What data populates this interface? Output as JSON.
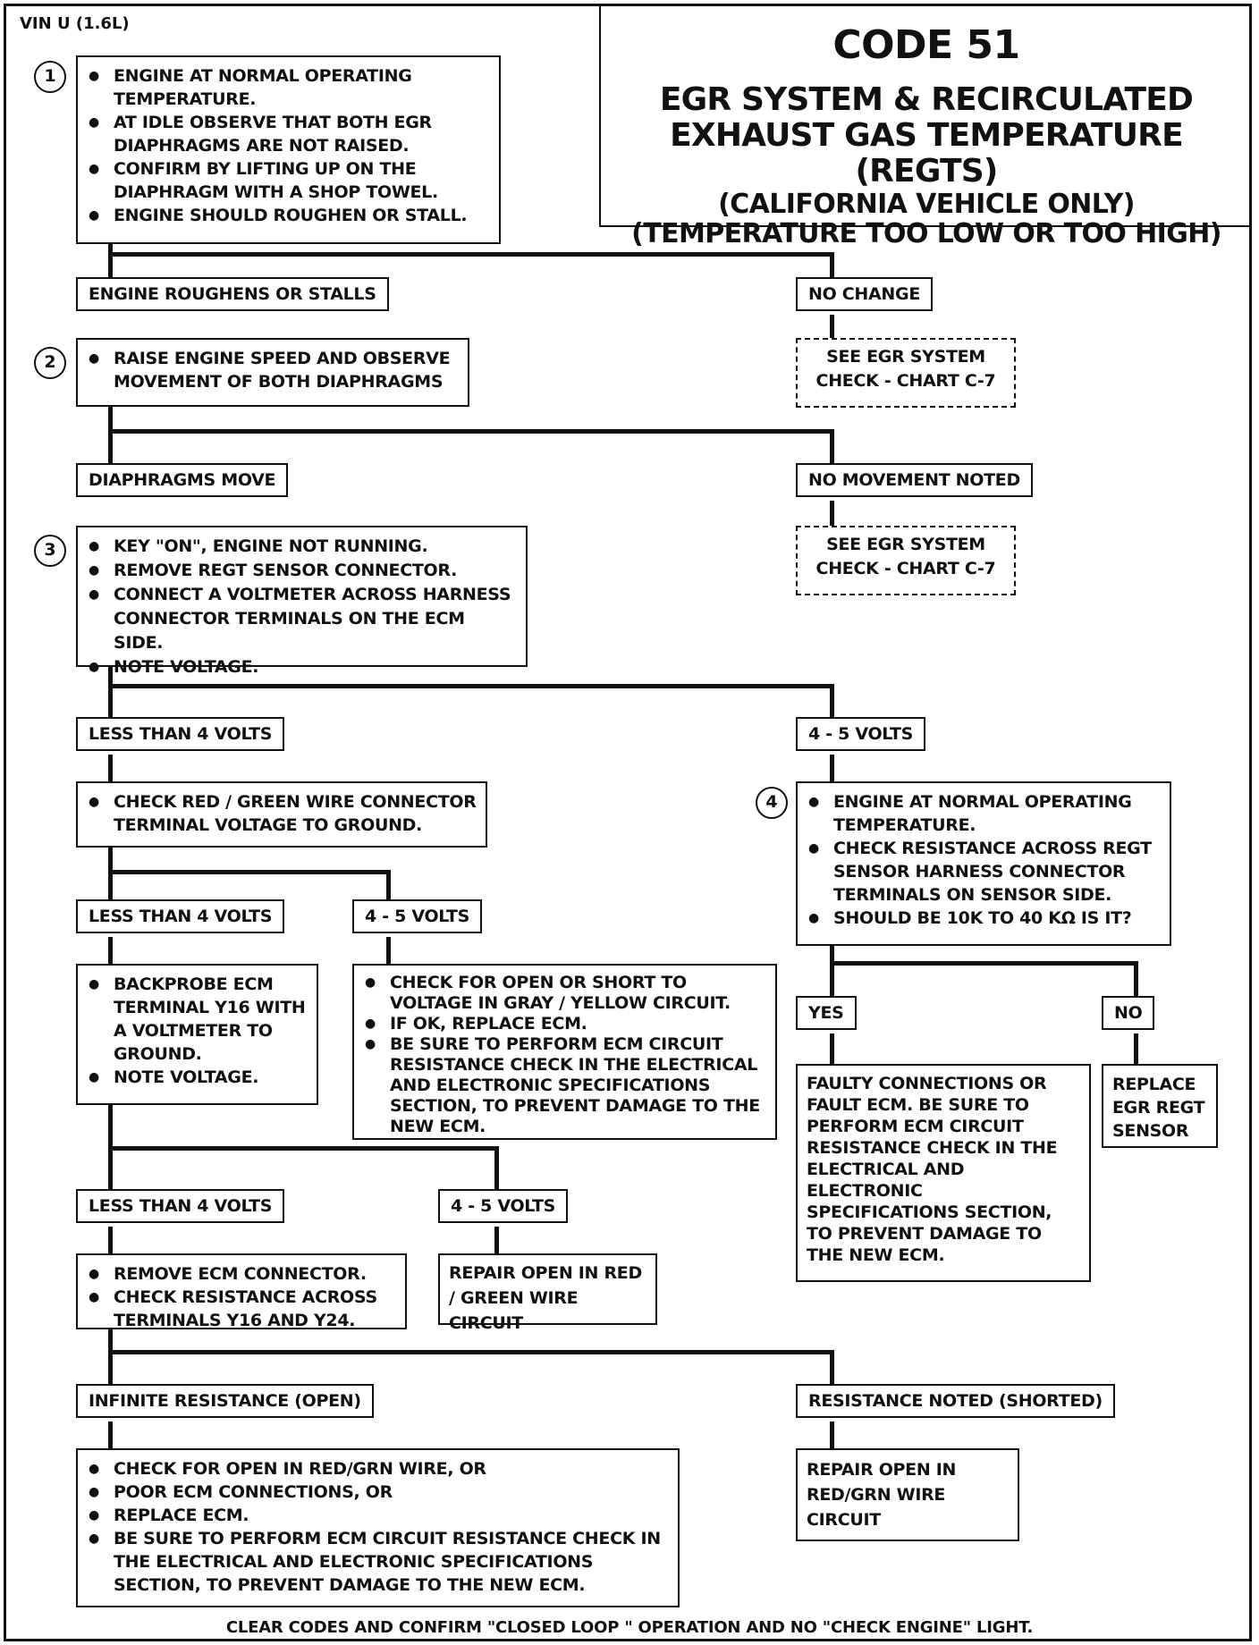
{
  "vin": "VIN U (1.6L)",
  "title": {
    "code": "CODE 51",
    "line1": "EGR SYSTEM &  RECIRCULATED",
    "line2": "EXHAUST GAS TEMPERATURE (REGTS)",
    "line3": "(CALIFORNIA VEHICLE ONLY)",
    "line4": "(TEMPERATURE TOO LOW OR TOO HIGH)"
  },
  "steps": [
    "1",
    "2",
    "3",
    "4"
  ],
  "step1": [
    "ENGINE AT NORMAL OPERATING TEMPERATURE.",
    "AT IDLE OBSERVE THAT BOTH EGR DIAPHRAGMS ARE NOT RAISED.",
    "CONFIRM BY LIFTING UP ON THE DIAPHRAGM WITH A SHOP TOWEL.",
    "ENGINE SHOULD ROUGHEN OR STALL."
  ],
  "engine_roughens": "ENGINE ROUGHENS OR STALLS",
  "no_change": "NO CHANGE",
  "see_egr_1": [
    "SEE EGR SYSTEM",
    "CHECK  -  CHART C-7"
  ],
  "step2": [
    "RAISE ENGINE SPEED AND OBSERVE MOVEMENT OF BOTH DIAPHRAGMS"
  ],
  "diaphragms_move": "DIAPHRAGMS MOVE",
  "no_movement": "NO MOVEMENT NOTED",
  "see_egr_2": [
    "SEE EGR SYSTEM",
    "CHECK  -  CHART C-7"
  ],
  "step3": [
    "KEY \"ON\", ENGINE NOT RUNNING.",
    "REMOVE REGT SENSOR CONNECTOR.",
    "CONNECT A VOLTMETER ACROSS HARNESS CONNECTOR TERMINALS ON THE ECM SIDE.",
    "NOTE VOLTAGE."
  ],
  "less4_a": "LESS THAN 4 VOLTS",
  "v45_a": "4 - 5 VOLTS",
  "check_red_green": [
    "CHECK RED / GREEN WIRE CONNECTOR TERMINAL VOLTAGE TO GROUND."
  ],
  "step4": [
    "ENGINE AT NORMAL OPERATING TEMPERATURE.",
    "CHECK RESISTANCE ACROSS REGT SENSOR HARNESS CONNECTOR TERMINALS ON SENSOR SIDE.",
    "SHOULD BE 10K TO 40 KΩ  IS IT?"
  ],
  "less4_b": "LESS THAN 4 VOLTS",
  "v45_b": "4 - 5 VOLTS",
  "backprobe": [
    "BACKPROBE ECM TERMINAL Y16 WITH A VOLTMETER TO GROUND.",
    "NOTE VOLTAGE."
  ],
  "check_open_short": [
    "CHECK FOR OPEN OR SHORT TO VOLTAGE IN GRAY / YELLOW CIRCUIT.",
    "IF OK, REPLACE ECM.",
    "BE SURE TO PERFORM ECM CIRCUIT RESISTANCE CHECK IN THE ELECTRICAL AND ELECTRONIC SPECIFICATIONS SECTION, TO PREVENT DAMAGE TO THE NEW ECM."
  ],
  "yes": "YES",
  "no": "NO",
  "faulty": "FAULTY CONNECTIONS OR FAULT ECM.  BE SURE TO PERFORM ECM CIRCUIT RESISTANCE CHECK IN THE ELECTRICAL AND ELECTRONIC SPECIFICATIONS SECTION, TO PREVENT DAMAGE TO THE NEW ECM.",
  "replace_egr": "REPLACE EGR REGT SENSOR",
  "less4_c": "LESS THAN 4 VOLTS",
  "v45_c": "4 - 5 VOLTS",
  "remove_ecm": [
    "REMOVE ECM CONNECTOR.",
    "CHECK RESISTANCE ACROSS TERMINALS Y16 AND Y24."
  ],
  "repair_open_1": "REPAIR OPEN IN RED / GREEN WIRE CIRCUIT",
  "infinite": "INFINITE RESISTANCE (OPEN)",
  "resistance_noted": "RESISTANCE NOTED (SHORTED)",
  "check_open_red": [
    "CHECK FOR OPEN IN RED/GRN WIRE, OR",
    "POOR ECM CONNECTIONS, OR",
    "REPLACE ECM.",
    "BE SURE TO PERFORM ECM CIRCUIT RESISTANCE CHECK IN THE ELECTRICAL AND ELECTRONIC SPECIFICATIONS SECTION, TO PREVENT DAMAGE TO THE  NEW ECM."
  ],
  "repair_open_2": "REPAIR OPEN IN RED/GRN WIRE CIRCUIT",
  "footer": "CLEAR CODES AND CONFIRM \"CLOSED LOOP \" OPERATION AND NO \"CHECK ENGINE\" LIGHT."
}
